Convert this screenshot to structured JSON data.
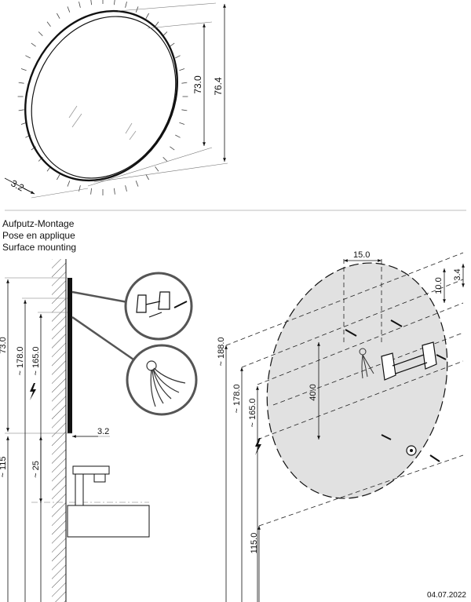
{
  "headings": {
    "de": "Aufputz-Montage",
    "fr": "Pose en applique",
    "en": "Surface mounting"
  },
  "top_view": {
    "height_outer": "76.4",
    "height_glass": "73.0",
    "depth": "3.2"
  },
  "side_view": {
    "height": "73.0",
    "to_mount": "~ 178.0",
    "to_power": "~ 165.0",
    "depth": "3.2",
    "floor_to_basin": "~ 115",
    "basin_to_mirror": "~ 25"
  },
  "mount_view": {
    "bracket_width": "15.0",
    "bracket_offset": "10.0",
    "bracket_gap": "3.4",
    "top_height": "~ 188.0",
    "mount_height": "~ 178.0",
    "power_height": "~ 165.0",
    "hole_distance": "40.0",
    "floor_height": "115.0"
  },
  "date": "04.07.2022"
}
